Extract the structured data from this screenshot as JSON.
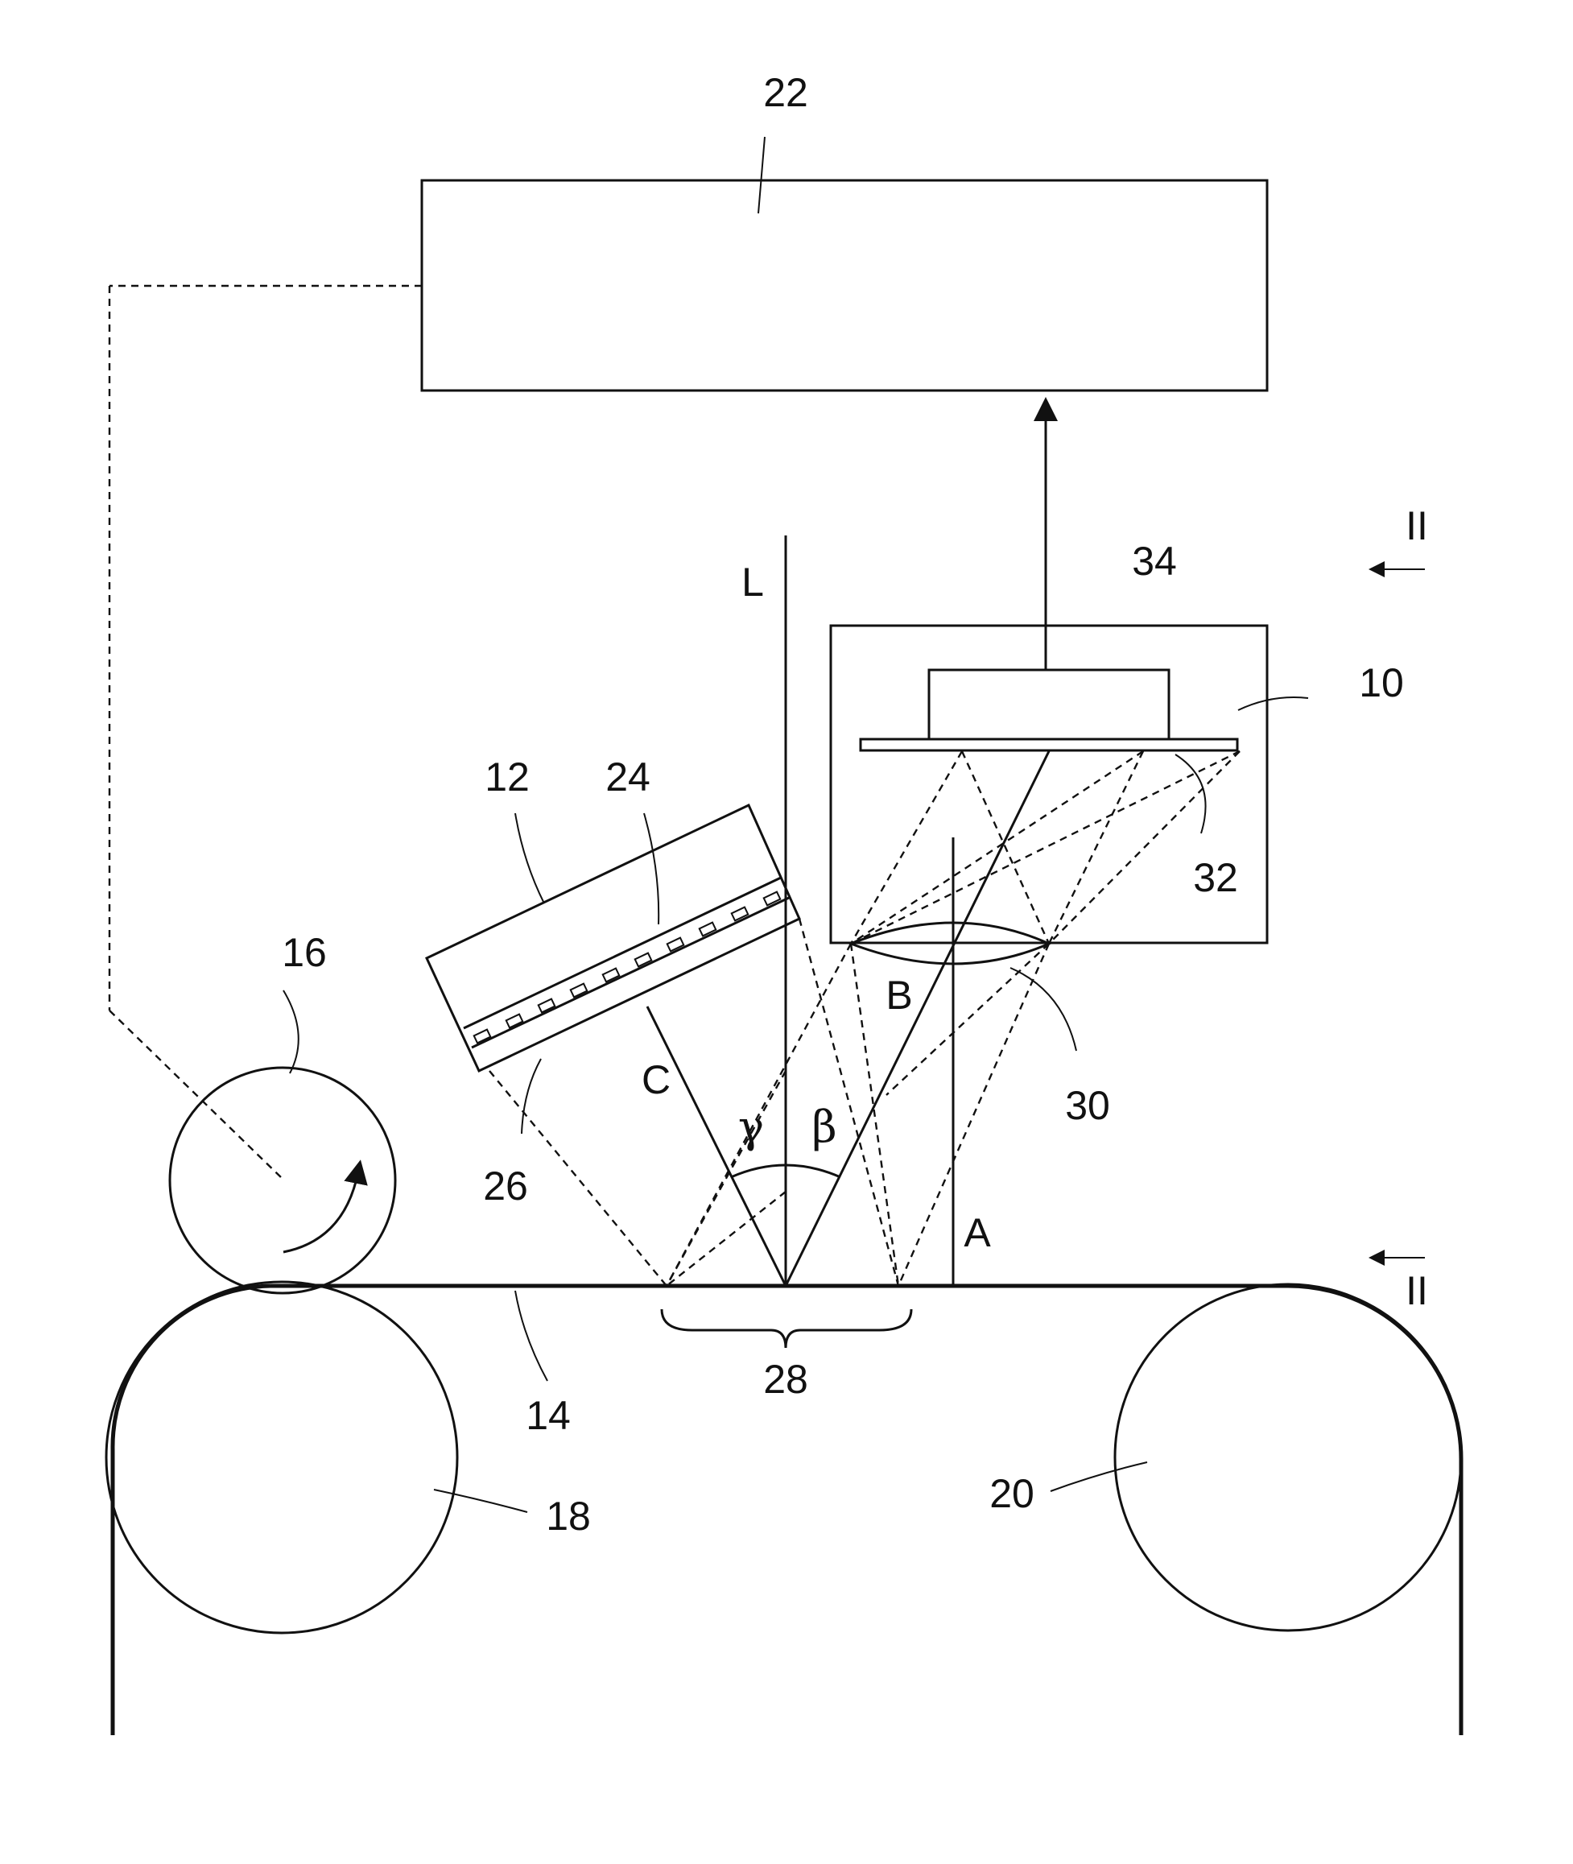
{
  "labels": {
    "l22": "22",
    "l34": "34",
    "l10": "10",
    "l32": "32",
    "l30": "30",
    "l12": "12",
    "l24": "24",
    "l26": "26",
    "l16": "16",
    "l14": "14",
    "l28": "28",
    "l18": "18",
    "l20": "20",
    "lL": "L",
    "lA": "A",
    "lB": "B",
    "lC": "C",
    "lbeta": "β",
    "lgamma": "γ",
    "lII_top": "II",
    "lII_bottom": "II"
  }
}
